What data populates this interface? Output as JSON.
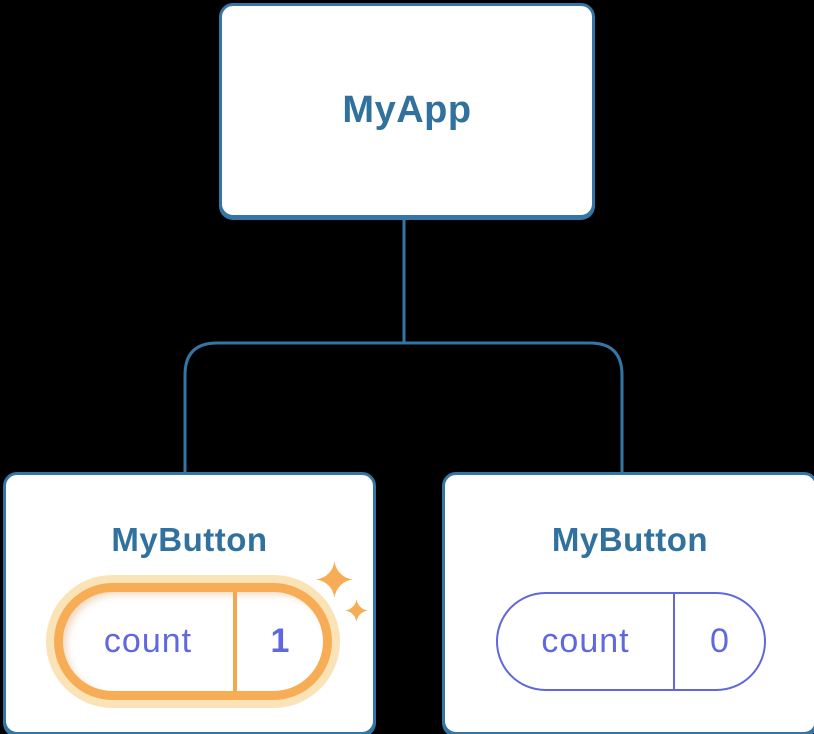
{
  "colors": {
    "background": "#000000",
    "box_fill": "#ffffff",
    "box_border": "#3376a6",
    "title_text": "#30719d",
    "connector": "#3376a6",
    "purple": "#5f68dc",
    "orange": "#f6ad55",
    "orange_divider": "#f2a94d",
    "halo": "#fbe3b8"
  },
  "tree": {
    "root": {
      "label": "MyApp"
    },
    "children": [
      {
        "label": "MyButton",
        "state": {
          "name": "count",
          "value": "1",
          "highlighted": true
        }
      },
      {
        "label": "MyButton",
        "state": {
          "name": "count",
          "value": "0",
          "highlighted": false
        }
      }
    ]
  }
}
